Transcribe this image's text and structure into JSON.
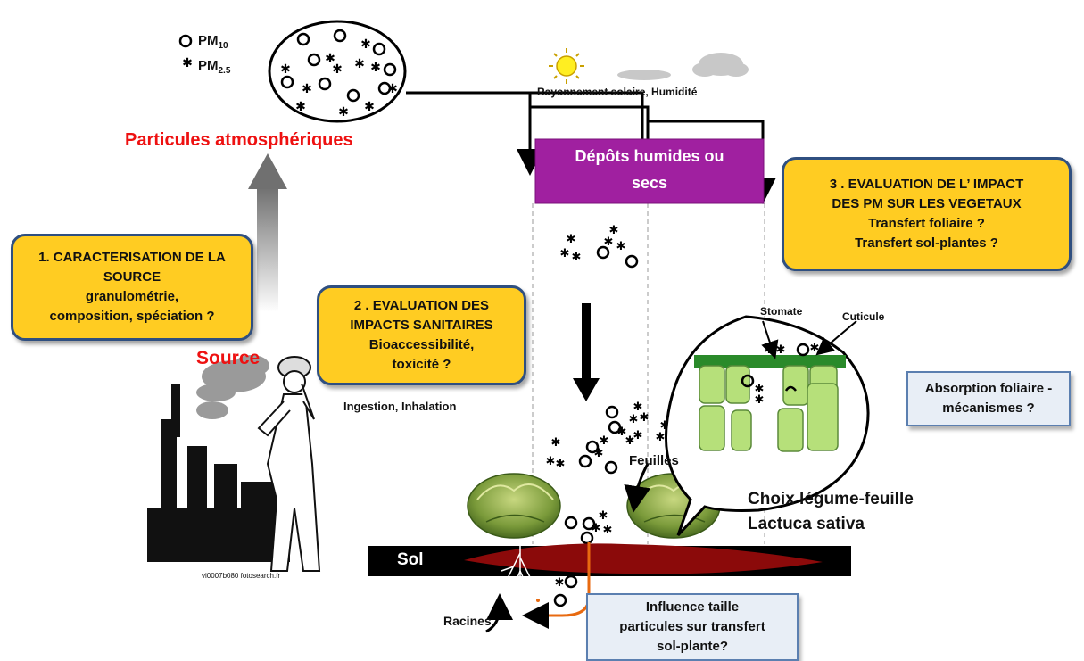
{
  "legend": {
    "pm10": "PM",
    "pm10_sub": "10",
    "pm25": "PM",
    "pm25_sub": "2.5"
  },
  "labels": {
    "particules": "Particules atmosphériques",
    "source": "Source",
    "rayonnement": "Rayonnement solaire, Humidité",
    "depots_line1": "Dépôts humides ou",
    "depots_line2": "secs",
    "ingestion": "Ingestion, Inhalation",
    "stomate": "Stomate",
    "cuticule": "Cuticule",
    "feuilles": "Feuilles",
    "choix_line1": "Choix légume-feuille",
    "choix_line2": "Lactuca sativa",
    "sol": "Sol",
    "racines": "Racines",
    "watermark": "vi0007b080 fotosearch.fr"
  },
  "boxes": {
    "box1": [
      "1. CARACTERISATION DE LA",
      "SOURCE",
      "granulométrie,",
      "composition, spéciation ?"
    ],
    "box2": [
      "2 . EVALUATION DES",
      "IMPACTS SANITAIRES",
      "Bioaccessibilité,",
      "toxicité ?"
    ],
    "box3": [
      "3 . EVALUATION DE L’ IMPACT",
      "DES PM SUR LES VEGETAUX",
      "Transfert foliaire ?",
      "Transfert sol-plantes ?"
    ],
    "absorption": [
      "Absorption foliaire -",
      "mécanismes ?"
    ],
    "influence": [
      "Influence taille",
      "particules sur transfert",
      "sol-plante?"
    ]
  },
  "colors": {
    "box_fill": "#ffcc22",
    "box_border": "#2f4f80",
    "depots_fill": "#a020a0",
    "soil": "#000000",
    "soil_red": "#8b0a0a",
    "red_text": "#ee1111",
    "root_arrow": "#e86a10"
  }
}
